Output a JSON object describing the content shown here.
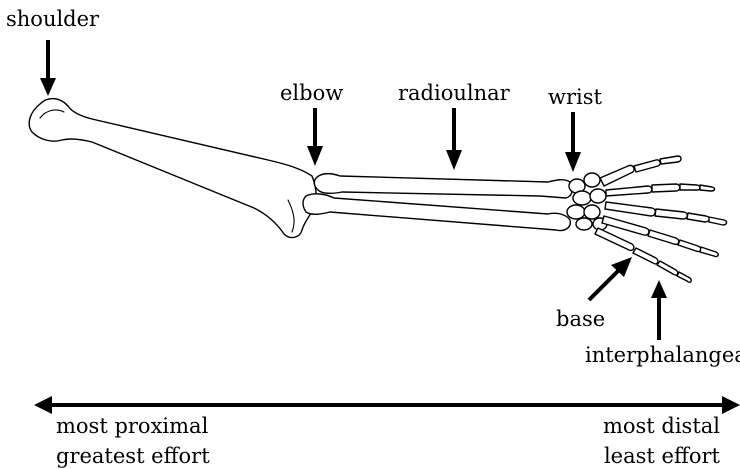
{
  "labels": {
    "shoulder": "shoulder",
    "elbow": "elbow",
    "radioulnar": "radioulnar",
    "wrist": "wrist",
    "base": "base",
    "interphalangeal": "interphalangeal"
  },
  "scale": {
    "left_line1": "most proximal",
    "left_line2": "greatest effort",
    "right_line1": "most distal",
    "right_line2": "least effort"
  }
}
